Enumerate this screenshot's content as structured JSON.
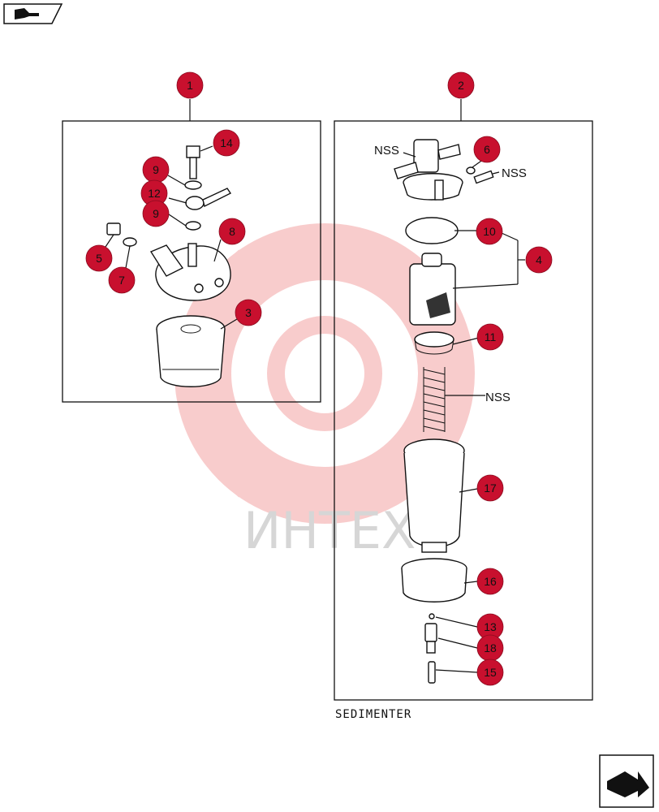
{
  "caption": "SEDIMENTER",
  "watermark": {
    "text": "ИНТЕХ",
    "color": "#f3a3a3"
  },
  "nav": {
    "top_icon": "book-arrow-icon",
    "bottom_icon": "next-page-arrow-icon"
  },
  "accent_color": "#c8102e",
  "callouts": {
    "c1": "1",
    "c2": "2",
    "c3": "3",
    "c4": "4",
    "c5": "5",
    "c6": "6",
    "c7": "7",
    "c8": "8",
    "c9a": "9",
    "c9b": "9",
    "c10": "10",
    "c11": "11",
    "c12": "12",
    "c13": "13",
    "c14": "14",
    "c15": "15",
    "c16": "16",
    "c17": "17",
    "c18": "18"
  },
  "labels": {
    "nss_a": "NSS",
    "nss_b": "NSS",
    "nss_c": "NSS"
  }
}
